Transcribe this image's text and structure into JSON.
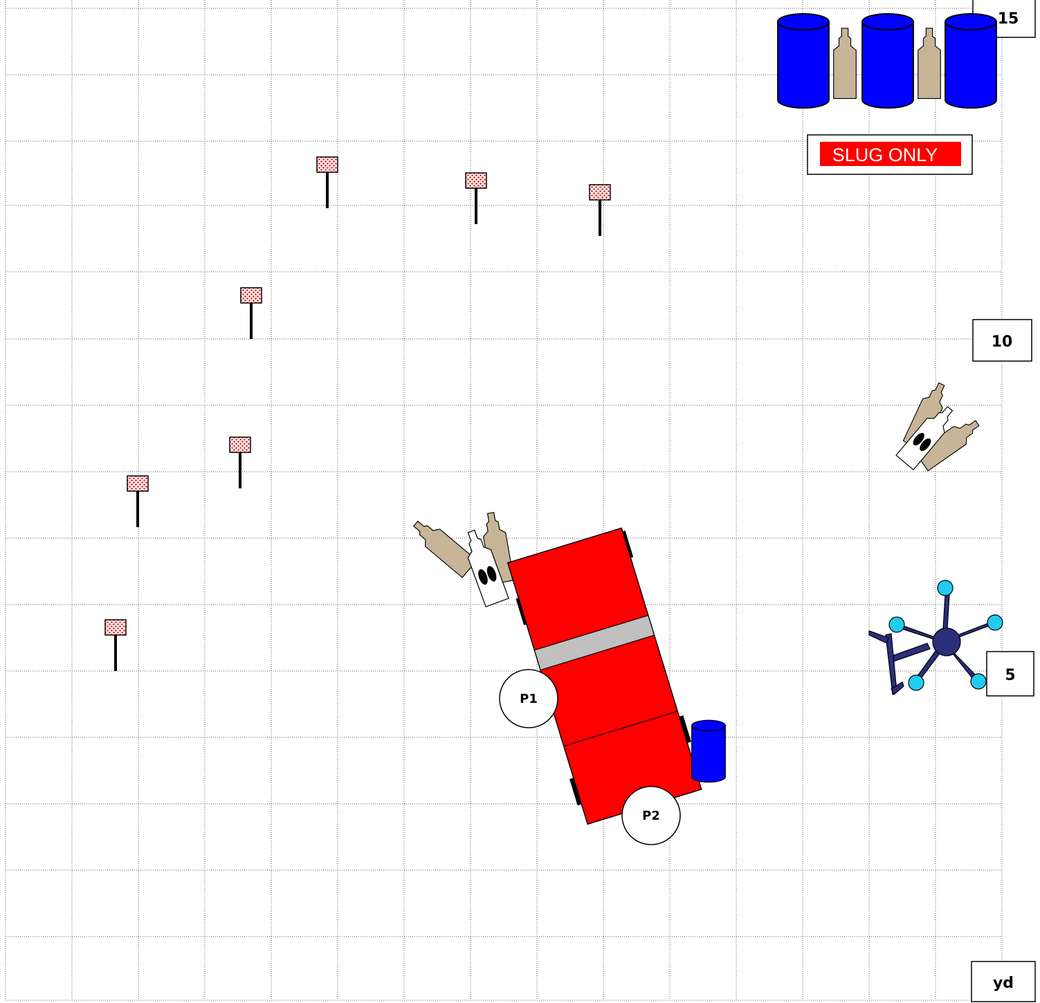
{
  "yard_labels": {
    "top": "15",
    "mid": "10",
    "low": "5",
    "unit": "yd"
  },
  "sign": {
    "text": "SLUG ONLY",
    "color": "#ff0000"
  },
  "positions": [
    {
      "label": "P1"
    },
    {
      "label": "P2"
    }
  ],
  "colors": {
    "vehicle": "#ff0000",
    "barrel": "#0000ff",
    "target": "#c8b496",
    "steel_pole": "#000000",
    "plate_rack": "#2b2e7a",
    "plate": "#22ccee"
  }
}
